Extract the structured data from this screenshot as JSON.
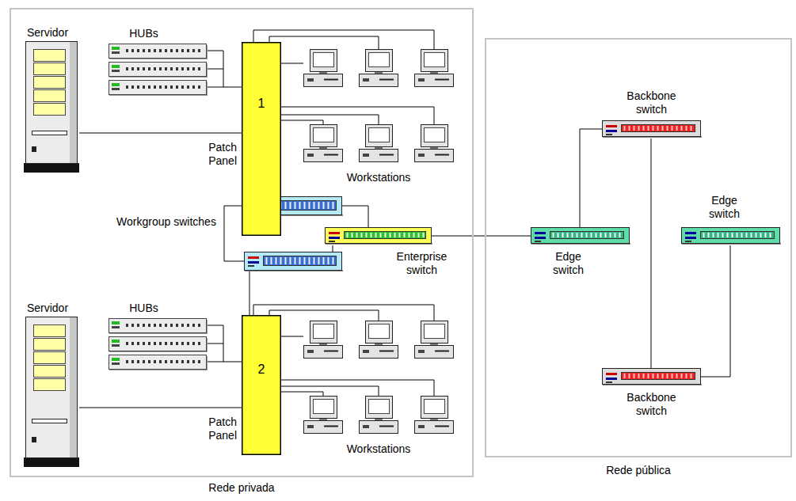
{
  "diagram": {
    "nodes": [
      {
        "text": [
          "Rede privada"
        ]
      },
      {
        "text": [
          "Servidor"
        ],
        "in": 0
      },
      {
        "text": [
          "HUBs"
        ],
        "in": 0
      },
      {
        "text": [
          "1",
          "Patch Panel"
        ],
        "in": 0
      },
      {
        "text": [
          "Workstations"
        ],
        "in": 0
      },
      {
        "text": [
          "Enterprise switch"
        ],
        "in": 0
      },
      {
        "text": [
          "Servidor"
        ],
        "in": 0
      },
      {
        "text": [
          "HUBs"
        ],
        "in": 0
      },
      {
        "text": [
          "2",
          "Patch Panel"
        ],
        "in": 0
      },
      {
        "text": [
          "Workstations"
        ],
        "in": 0
      },
      {
        "text": [
          "Rede pública"
        ]
      },
      {
        "text": [
          "Backbone switch"
        ],
        "in": 10
      },
      {
        "text": [
          "Edge switch"
        ],
        "in": 10
      },
      {
        "text": [
          "Edge switch"
        ],
        "in": 10
      },
      {
        "text": [
          "Backbone switch"
        ],
        "in": 10
      }
    ],
    "edges": [
      {
        "from": 1,
        "to": 3,
        "arrow": "none"
      },
      {
        "from": 2,
        "to": 3,
        "arrow": "none"
      },
      {
        "from": 3,
        "to": 4,
        "arrow": "none"
      },
      {
        "from": 6,
        "to": 8,
        "arrow": "none"
      },
      {
        "from": 7,
        "to": 8,
        "arrow": "none"
      },
      {
        "from": 8,
        "to": 9,
        "arrow": "none"
      },
      {
        "from": 5,
        "to": 12,
        "arrow": "none"
      },
      {
        "from": 12,
        "to": 11,
        "arrow": "none"
      },
      {
        "from": 11,
        "to": 14,
        "arrow": "none"
      },
      {
        "from": 14,
        "to": 13,
        "arrow": "none"
      }
    ],
    "labels": [
      "Workgroup switches"
    ]
  }
}
